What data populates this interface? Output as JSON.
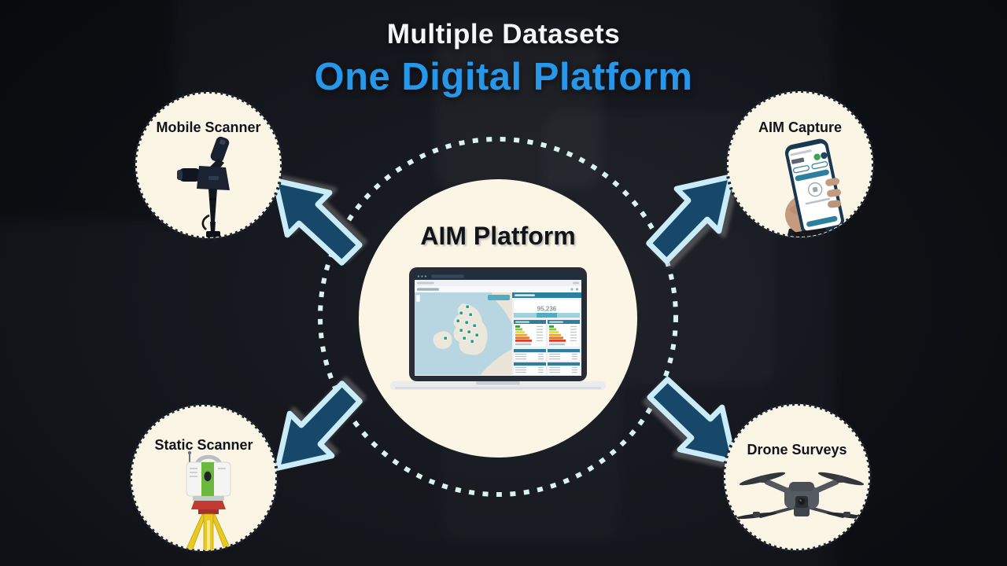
{
  "page": {
    "title_line1": "Multiple Datasets",
    "title_line2": "One Digital Platform"
  },
  "center": {
    "label": "AIM Platform",
    "dashboard_stat": "95,236"
  },
  "nodes": [
    {
      "label": "Mobile Scanner",
      "position": "top-left",
      "image": "handheld-mobile-scanner-photo"
    },
    {
      "label": "AIM Capture",
      "position": "top-right",
      "image": "hand-holding-phone-app-photo"
    },
    {
      "label": "Static Scanner",
      "position": "bottom-left",
      "image": "tripod-laser-scanner-photo"
    },
    {
      "label": "Drone Surveys",
      "position": "bottom-right",
      "image": "quadcopter-drone-photo"
    }
  ],
  "colors": {
    "background": "#121419",
    "headline_white": "#f4f6f8",
    "headline_blue": "#2797ea",
    "circle_fill": "#fbf5e5",
    "circle_dash": "#1d2733",
    "ring_dash": "#d9f3ef",
    "arrow_fill": "#17486a",
    "arrow_outline": "#c9ecf8",
    "dashboard_teal": "#2d7f9e",
    "map_sea": "#b7d6e2",
    "map_land": "#ece7db",
    "map_marker": "#18a38e",
    "epc_scale": [
      "#2f9e41",
      "#8dc63f",
      "#f2dc1f",
      "#f0a81f",
      "#ec7123",
      "#e43b2c"
    ]
  }
}
